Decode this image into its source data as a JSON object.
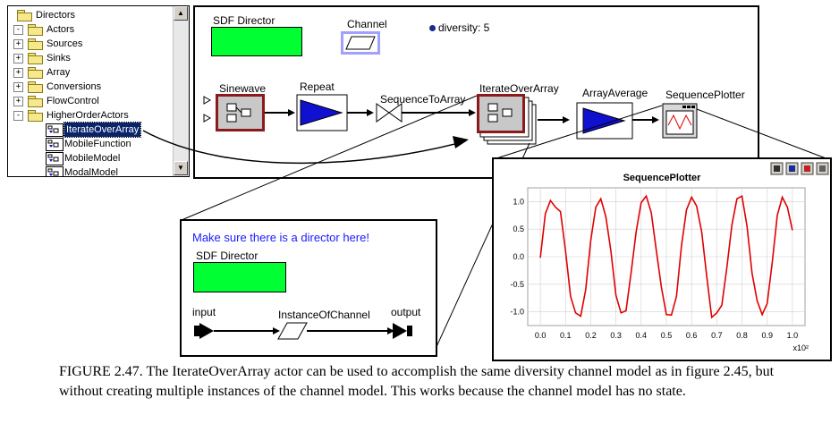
{
  "tree": {
    "items": [
      {
        "label": "Directors",
        "type": "folder",
        "expander": ""
      },
      {
        "label": "Actors",
        "type": "folder",
        "expander": "-"
      },
      {
        "label": "Sources",
        "type": "folder",
        "expander": "+"
      },
      {
        "label": "Sinks",
        "type": "folder",
        "expander": "+"
      },
      {
        "label": "Array",
        "type": "folder",
        "expander": "+"
      },
      {
        "label": "Conversions",
        "type": "folder",
        "expander": "+"
      },
      {
        "label": "FlowControl",
        "type": "folder",
        "expander": "+"
      },
      {
        "label": "HigherOrderActors",
        "type": "folder",
        "expander": "-"
      },
      {
        "label": "IterateOverArray",
        "type": "leaf",
        "selected": true
      },
      {
        "label": "MobileFunction",
        "type": "leaf"
      },
      {
        "label": "MobileModel",
        "type": "leaf"
      },
      {
        "label": "ModalModel",
        "type": "leaf"
      }
    ]
  },
  "canvas": {
    "director_label": "SDF Director",
    "channel_label": "Channel",
    "parameter": "diversity: 5",
    "actors": {
      "sinewave": "Sinewave",
      "repeat": "Repeat",
      "sequence_to_array": "SequenceToArray",
      "iterate_over_array": "IterateOverArray",
      "array_average": "ArrayAverage",
      "sequence_plotter": "SequencePlotter"
    },
    "colors": {
      "director": "#00ff33",
      "actor_fill": "#1010d0",
      "highlight": "#8b1a1a"
    }
  },
  "inner_model": {
    "note": "Make sure there is a director here!",
    "director_label": "SDF Director",
    "input_label": "input",
    "channel_label": "InstanceOfChannel",
    "output_label": "output"
  },
  "plot_window": {
    "title": "SequencePlotter",
    "toolbar_icons": [
      "save-icon",
      "fill-icon",
      "reset-icon",
      "format-icon"
    ]
  },
  "chart_data": {
    "type": "line",
    "title": "SequencePlotter",
    "xlabel": "",
    "ylabel": "",
    "x_multiplier": "x10²",
    "xlim": [
      -0.05,
      1.05
    ],
    "ylim": [
      -1.25,
      1.25
    ],
    "x_ticks": [
      "0.0",
      "0.1",
      "0.2",
      "0.3",
      "0.4",
      "0.5",
      "0.6",
      "0.7",
      "0.8",
      "0.9",
      "1.0"
    ],
    "y_ticks": [
      "1.0",
      "0.5",
      "0.0",
      "-0.5",
      "-1.0"
    ],
    "grid": true,
    "series": [
      {
        "color": "#e00000",
        "x": [
          0.0,
          0.02,
          0.04,
          0.06,
          0.08,
          0.1,
          0.12,
          0.14,
          0.16,
          0.18,
          0.2,
          0.22,
          0.24,
          0.26,
          0.28,
          0.3,
          0.32,
          0.34,
          0.36,
          0.38,
          0.4,
          0.42,
          0.44,
          0.46,
          0.48,
          0.5,
          0.52,
          0.54,
          0.56,
          0.58,
          0.6,
          0.62,
          0.64,
          0.66,
          0.68,
          0.7,
          0.72,
          0.74,
          0.76,
          0.78,
          0.8,
          0.82,
          0.84,
          0.86,
          0.88,
          0.9,
          0.92,
          0.94,
          0.96,
          0.98,
          1.0
        ],
        "y": [
          -0.02,
          0.78,
          1.02,
          0.9,
          0.82,
          0.1,
          -0.72,
          -1.02,
          -1.08,
          -0.6,
          0.3,
          0.9,
          1.05,
          0.72,
          0.1,
          -0.7,
          -1.02,
          -0.98,
          -0.3,
          0.45,
          0.98,
          1.1,
          0.8,
          0.12,
          -0.55,
          -1.05,
          -1.06,
          -0.72,
          0.2,
          0.85,
          1.08,
          0.92,
          0.45,
          -0.35,
          -1.1,
          -1.02,
          -0.88,
          -0.2,
          0.58,
          1.05,
          1.1,
          0.55,
          -0.3,
          -0.8,
          -1.05,
          -0.85,
          -0.1,
          0.75,
          1.08,
          0.9,
          0.48
        ]
      }
    ]
  },
  "caption": "FIGURE 2.47.  The IterateOverArray actor can be used to accomplish the same diversity channel model as in figure 2.45, but without creating multiple instances of the channel model. This works because the channel model has no state."
}
